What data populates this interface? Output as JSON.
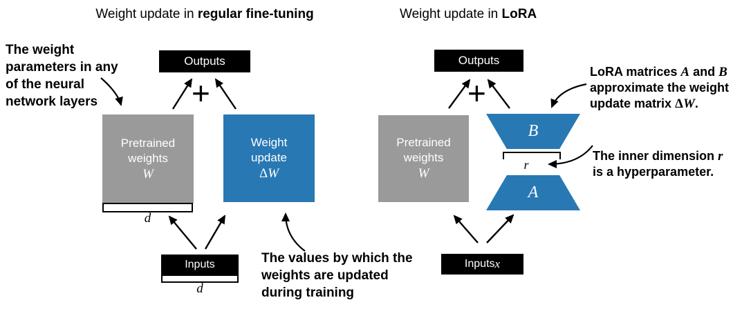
{
  "colors": {
    "blue": "#2878b4",
    "gray": "#9a9a9a",
    "black": "#000000"
  },
  "left": {
    "title_normal": "Weight update in ",
    "title_bold": "regular fine-tuning",
    "outputs_label": "Outputs",
    "plus": "+",
    "pretrained_box": {
      "line1": "Pretrained",
      "line2": "weights",
      "symbol": "W"
    },
    "update_box": {
      "line1": "Weight",
      "line2": "update",
      "delta": "Δ",
      "symbol": "W"
    },
    "dim_weights": "d",
    "inputs_label": "Inputs",
    "dim_inputs": "d",
    "annotation_weights": [
      "The weight",
      "parameters in any",
      "of the neural",
      "network layers"
    ],
    "annotation_update": [
      "The values by which the",
      "weights are updated",
      "during training"
    ]
  },
  "right": {
    "title_normal": "Weight update in ",
    "title_bold": "LoRA",
    "outputs_label": "Outputs",
    "plus": "+",
    "pretrained_box": {
      "line1": "Pretrained",
      "line2": "weights",
      "symbol": "W"
    },
    "matrix_b_label": "B",
    "matrix_a_label": "A",
    "rank_label": "r",
    "inputs_text": "Inputs ",
    "inputs_symbol": "x",
    "annotation_lora": {
      "l1a": "LoRA matrices ",
      "l1b": "A",
      "l1c": " and ",
      "l1d": "B",
      "l2": "approximate the weight",
      "l3a": "update matrix ",
      "l3b": "Δ",
      "l3c": "W",
      "l3d": "."
    },
    "annotation_rank": {
      "l1a": "The inner dimension ",
      "l1b": "r",
      "l2": "is a hyperparameter."
    }
  }
}
